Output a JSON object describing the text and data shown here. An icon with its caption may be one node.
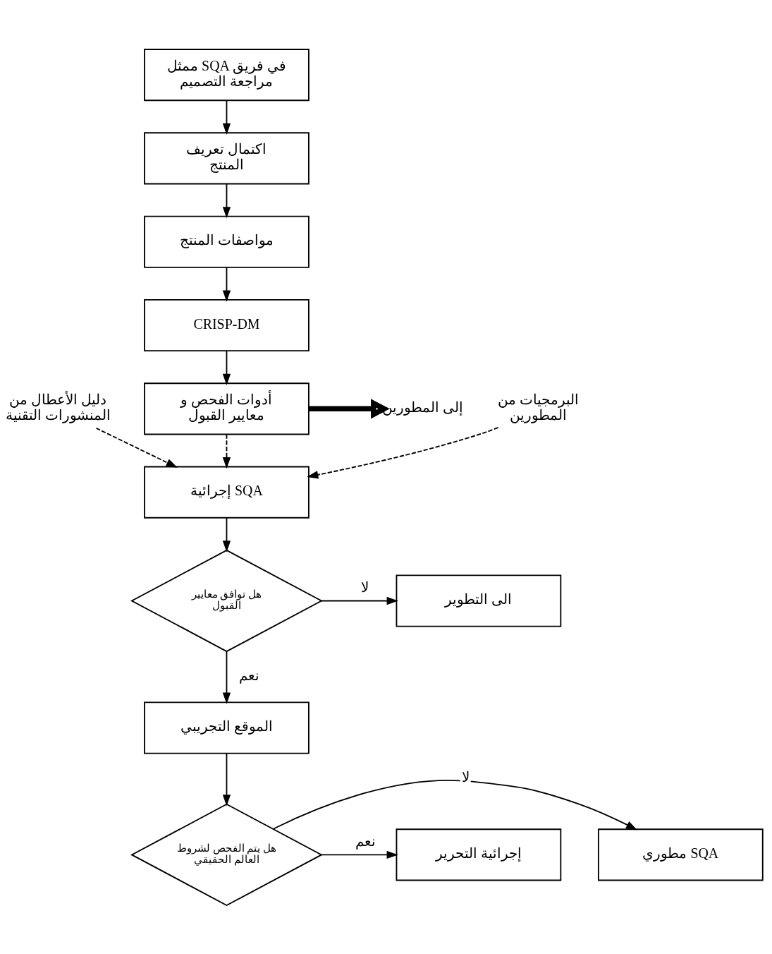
{
  "diagram": {
    "nodes": [
      {
        "text": [
          "ممثل SQA في فريق مراجعة التصميم"
        ]
      },
      {
        "text": [
          "اكتمال تعريف المنتج"
        ]
      },
      {
        "text": [
          "مواصفات المنتج"
        ]
      },
      {
        "text": [
          "CRISP-DM"
        ]
      },
      {
        "text": [
          "أدوات الفحص و معايير القبول"
        ]
      },
      {
        "text": [
          "إلى المطورين"
        ]
      },
      {
        "text": [
          "دليل الأعطال من المنشورات التقنية"
        ]
      },
      {
        "text": [
          "البرمجيات من المطورين"
        ]
      },
      {
        "text": [
          "إجرائية SQA"
        ]
      },
      {
        "text": [
          "هل توافق معايير القبول"
        ]
      },
      {
        "text": [
          "الى التطوير"
        ]
      },
      {
        "text": [
          "الموقع التجريبي"
        ]
      },
      {
        "text": [
          "هل يتم الفحص لشروط العالم الحقيقي"
        ]
      },
      {
        "text": [
          "مطوري SQA"
        ]
      },
      {
        "text": [
          "إجرائية التحرير"
        ]
      }
    ],
    "edges": [
      {
        "from": 0,
        "to": 1,
        "arrow": "to"
      },
      {
        "from": 1,
        "to": 2,
        "arrow": "to"
      },
      {
        "from": 2,
        "to": 3,
        "arrow": "to"
      },
      {
        "from": 3,
        "to": 4,
        "arrow": "to"
      },
      {
        "from": 4,
        "to": 5,
        "arrow": "to",
        "style": "thick"
      },
      {
        "from": 6,
        "to": 8,
        "arrow": "to",
        "style": "dashed"
      },
      {
        "from": 4,
        "to": 8,
        "arrow": "to",
        "style": "dashed"
      },
      {
        "from": 7,
        "to": 8,
        "arrow": "to",
        "style": "dashed"
      },
      {
        "from": 8,
        "to": 9,
        "arrow": "to"
      },
      {
        "from": 9,
        "to": 10,
        "label": "لا",
        "arrow": "to"
      },
      {
        "from": 9,
        "to": 11,
        "label": "نعم",
        "arrow": "to"
      },
      {
        "from": 11,
        "to": 12,
        "arrow": "to"
      },
      {
        "from": 12,
        "to": 13,
        "label": "لا",
        "arrow": "to"
      },
      {
        "from": 12,
        "to": 14,
        "label": "نعم",
        "arrow": "to"
      }
    ]
  }
}
